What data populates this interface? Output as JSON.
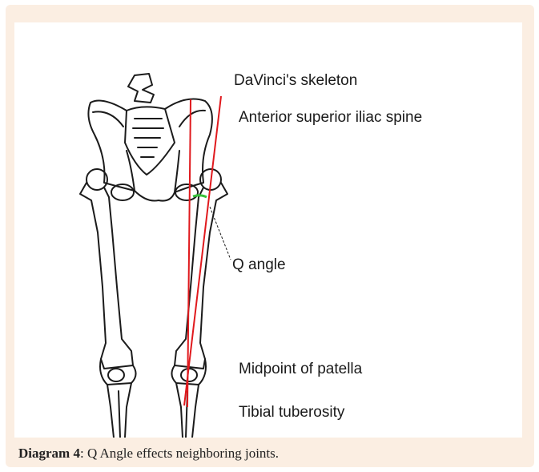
{
  "labels": {
    "davinci": "DaVinci's skeleton",
    "asis": "Anterior superior iliac spine",
    "q_angle": "Q angle",
    "patella": "Midpoint of patella",
    "tibial": "Tibial tuberosity"
  },
  "caption": {
    "prefix": "Diagram 4",
    "text": ": Q Angle effects neighboring joints."
  },
  "colors": {
    "card_bg": "#fbeee2",
    "line_red": "#e0191d",
    "angle_green": "#38c23a",
    "bone_ink": "#1b1b1b"
  }
}
